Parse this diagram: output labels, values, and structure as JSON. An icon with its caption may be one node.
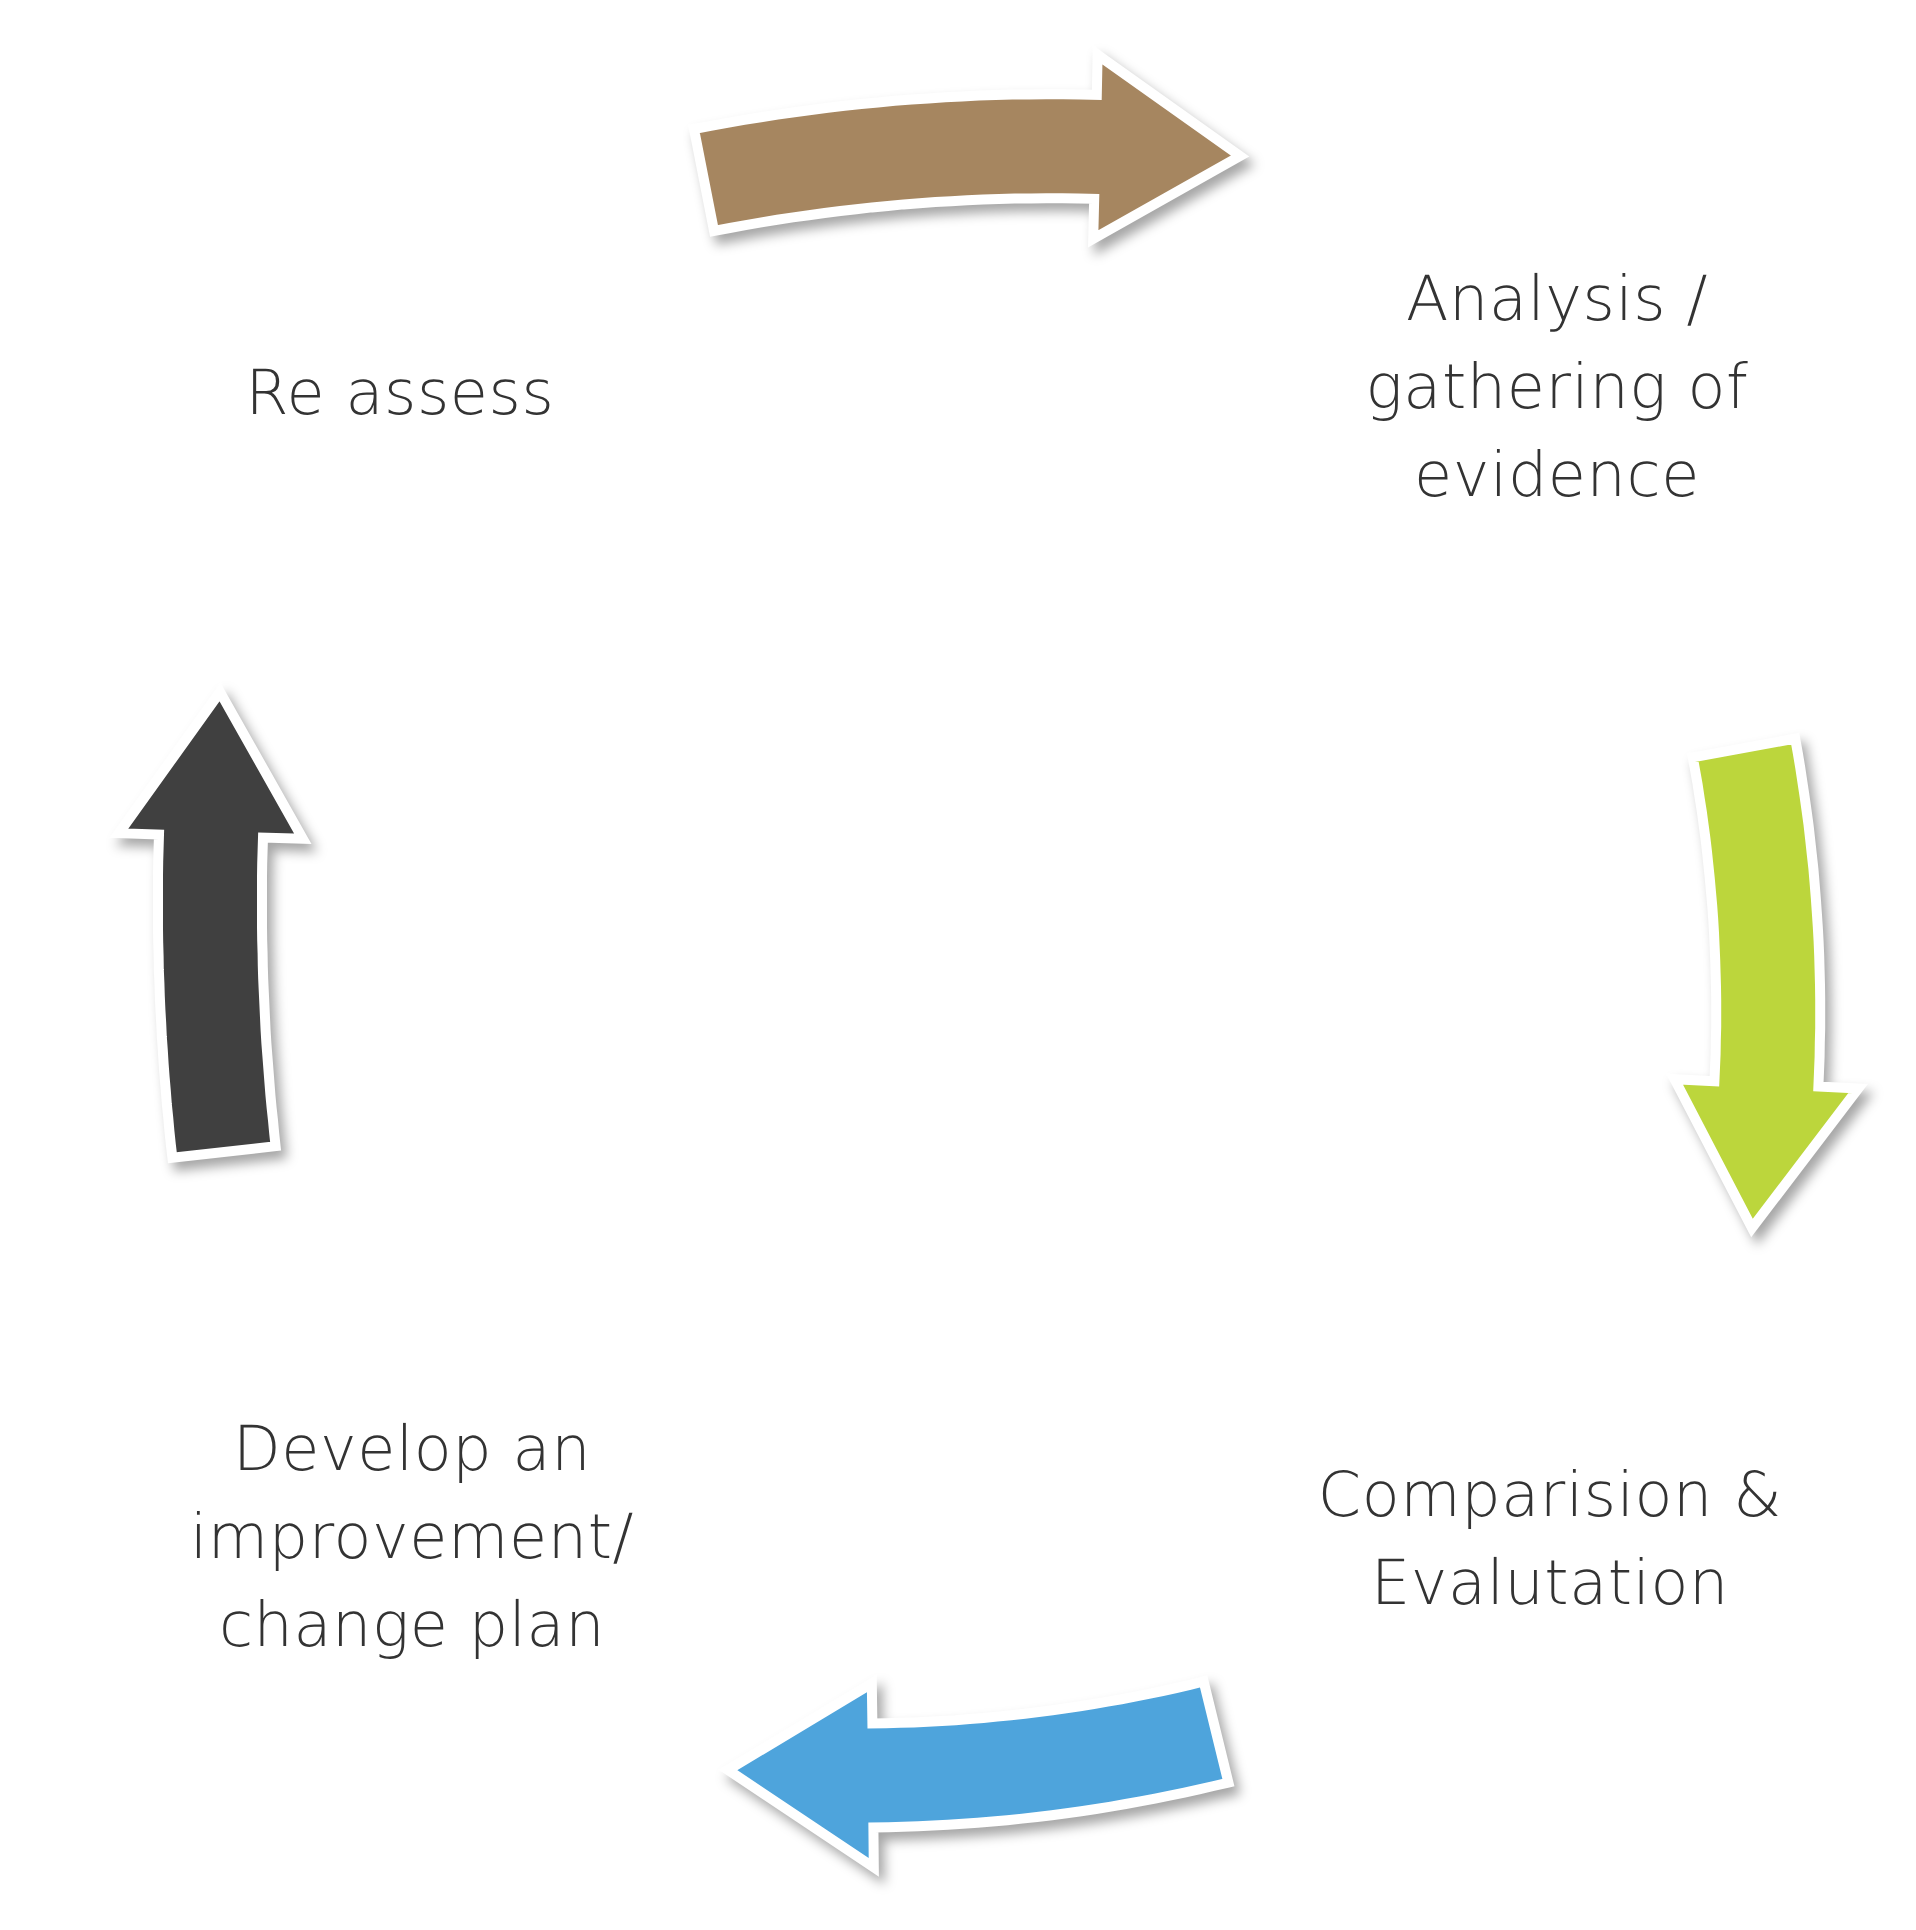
{
  "diagram": {
    "nodes": [
      {
        "text": [
          "Re assess"
        ]
      },
      {
        "text": [
          "Analysis / gathering of evidence"
        ]
      },
      {
        "text": [
          "Comparision & Evalutation"
        ]
      },
      {
        "text": [
          "Develop an improvement/ change plan"
        ]
      }
    ],
    "edges": [
      {
        "from": 0,
        "to": 1,
        "arrow": "to",
        "color": "#a68660"
      },
      {
        "from": 1,
        "to": 2,
        "arrow": "to",
        "color": "#bcd63c"
      },
      {
        "from": 2,
        "to": 3,
        "arrow": "to",
        "color": "#4ea4dc"
      },
      {
        "from": 3,
        "to": 0,
        "arrow": "to",
        "color": "#404040"
      }
    ]
  }
}
